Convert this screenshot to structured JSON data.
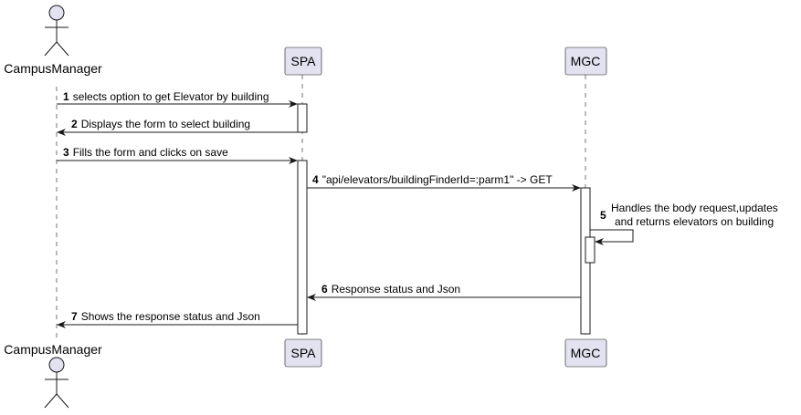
{
  "diagram": {
    "type": "sequence",
    "participants": [
      {
        "id": "cm",
        "label": "CampusManager",
        "kind": "actor"
      },
      {
        "id": "spa",
        "label": "SPA",
        "kind": "participant"
      },
      {
        "id": "mgc",
        "label": "MGC",
        "kind": "participant"
      }
    ],
    "messages": [
      {
        "num": "1",
        "text": "selects option to get Elevator by building",
        "from": "cm",
        "to": "spa",
        "style": "solid"
      },
      {
        "num": "2",
        "text": "Displays the form to select building",
        "from": "spa",
        "to": "cm",
        "style": "solid"
      },
      {
        "num": "3",
        "text": "Fills the form and clicks on save",
        "from": "cm",
        "to": "spa",
        "style": "solid"
      },
      {
        "num": "4",
        "text": "\"api/elevators/buildingFinderId=:parm1\" -> GET",
        "from": "spa",
        "to": "mgc",
        "style": "solid"
      },
      {
        "num": "5",
        "lines": [
          "Handles the body request,updates",
          "and returns elevators on building"
        ],
        "from": "mgc",
        "to": "mgc",
        "style": "self"
      },
      {
        "num": "6",
        "text": "Response status and Json",
        "from": "mgc",
        "to": "spa",
        "style": "solid"
      },
      {
        "num": "7",
        "text": "Shows the response status and Json",
        "from": "spa",
        "to": "cm",
        "style": "solid"
      }
    ],
    "colors": {
      "participant_fill": "#E2E2F0",
      "participant_border": "#181818",
      "lifeline": "#181818",
      "activation_fill": "#FFFFFF"
    }
  }
}
